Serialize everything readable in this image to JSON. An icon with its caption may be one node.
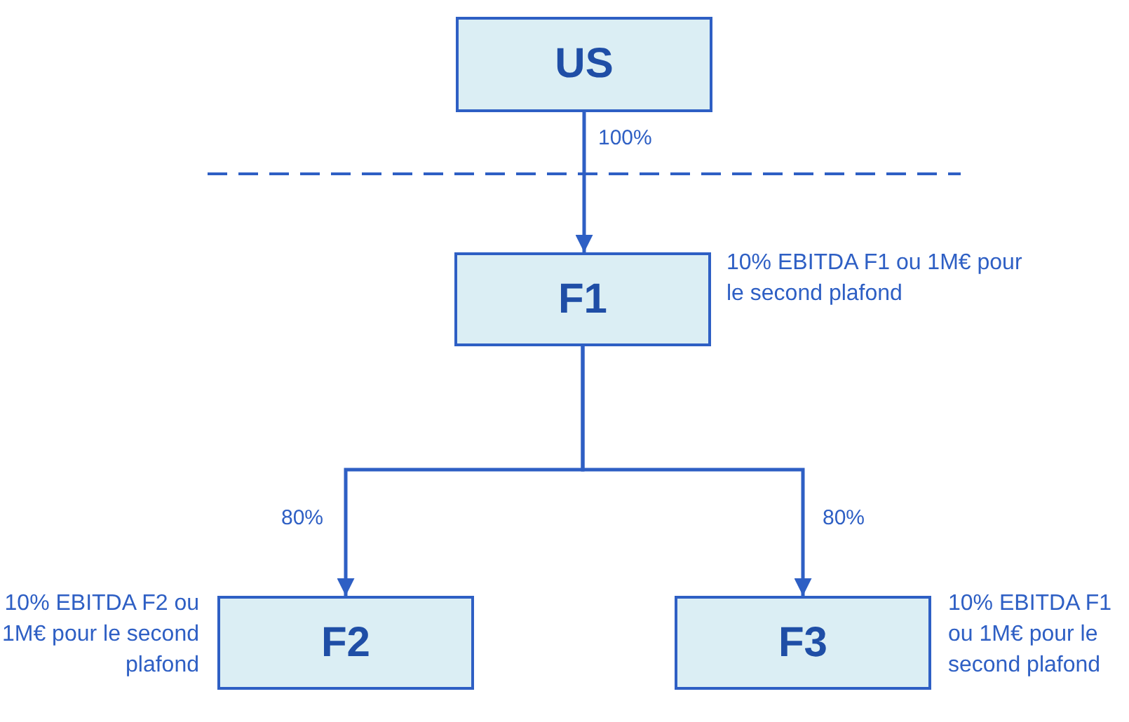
{
  "diagram": {
    "nodes": [
      {
        "text": [
          "US"
        ]
      },
      {
        "text": [
          "F1"
        ],
        "beside": [
          "10% EBITDA F1 ou 1M€ pour le second plafond"
        ]
      },
      {
        "text": [
          "F2"
        ],
        "beside": [
          "10% EBITDA F2 ou 1M€ pour le second plafond"
        ]
      },
      {
        "text": [
          "F3"
        ],
        "beside": [
          "10% EBITDA F1 ou 1M€ pour le second plafond"
        ]
      }
    ],
    "edges": [
      {
        "from": 0,
        "to": 1,
        "arrow": "to",
        "label": "100%"
      },
      {
        "from": 1,
        "to": 2,
        "arrow": "to",
        "label": "80%"
      },
      {
        "from": 1,
        "to": 3,
        "arrow": "to",
        "label": "80%"
      }
    ]
  }
}
